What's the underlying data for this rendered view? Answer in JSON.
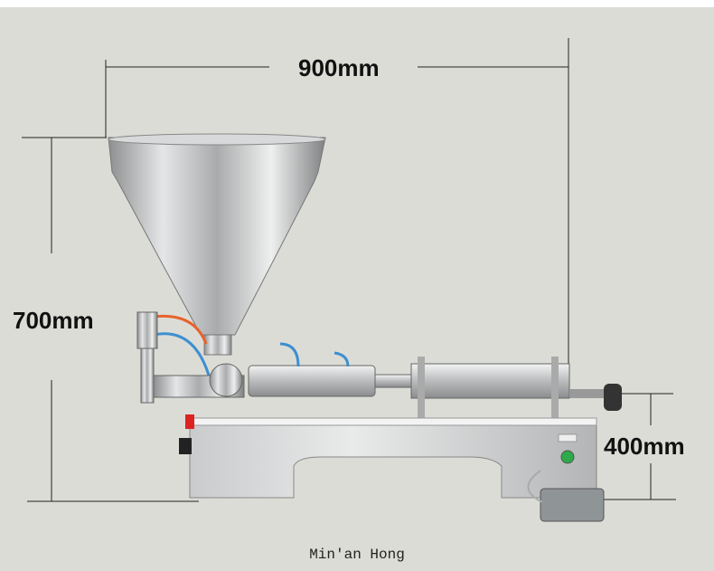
{
  "dimensions": {
    "width_label": "900mm",
    "height_label": "700mm",
    "base_height_label": "400mm"
  },
  "caption": "Min'an Hong"
}
